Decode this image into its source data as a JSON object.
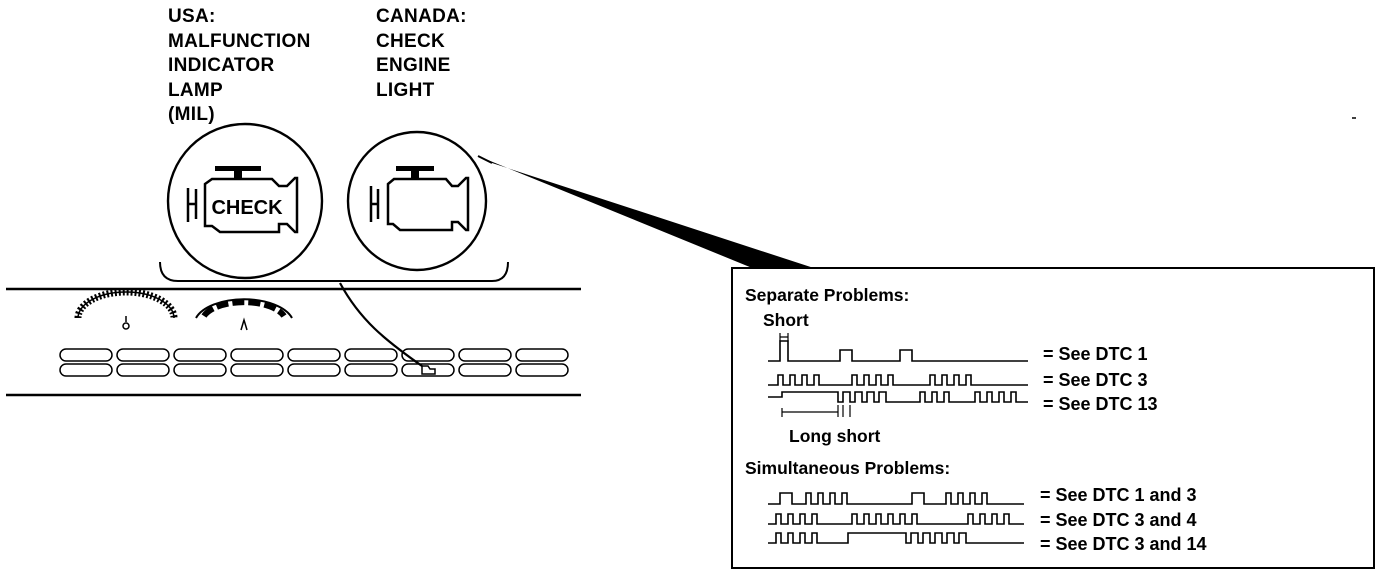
{
  "usa_label": [
    "USA:",
    "MALFUNCTION",
    "INDICATOR",
    "LAMP",
    "(MIL)"
  ],
  "canada_label": [
    "CANADA:",
    "CHECK",
    "ENGINE",
    "LIGHT"
  ],
  "icon_check_text": "CHECK",
  "callout": {
    "separate_heading": "Separate Problems:",
    "short_label": "Short",
    "long_short_label": "Long short",
    "separate_rows": [
      {
        "result": "= See DTC 1"
      },
      {
        "result": "= See DTC 3"
      },
      {
        "result": "= See DTC 13"
      }
    ],
    "simultaneous_heading": "Simultaneous Problems:",
    "simultaneous_rows": [
      {
        "result": "= See DTC 1 and 3"
      },
      {
        "result": "= See DTC 3 and 4"
      },
      {
        "result": "= See DTC 3 and 14"
      }
    ]
  }
}
